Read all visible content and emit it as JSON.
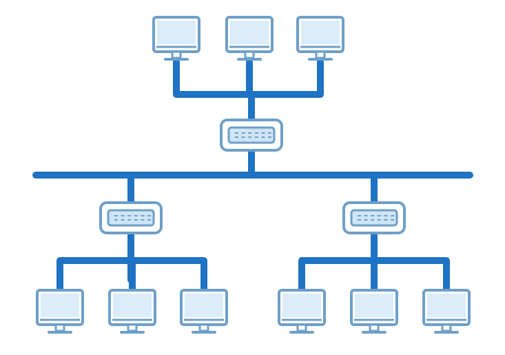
{
  "diagram": {
    "type": "network-topology",
    "colors": {
      "background": "#ffffff",
      "link": "#1f73c4",
      "device_outline": "#6e9fc8",
      "device_fill": "#ffffff",
      "screen_fill": "#dcecf9",
      "port_fill": "#cfe4f5",
      "port_slot": "#6e9fc8"
    },
    "nodes": [
      {
        "id": "switch-top",
        "kind": "switch",
        "icon": "network-switch-icon"
      },
      {
        "id": "switch-left",
        "kind": "switch",
        "icon": "network-switch-icon"
      },
      {
        "id": "switch-right",
        "kind": "switch",
        "icon": "network-switch-icon"
      },
      {
        "id": "pc-top-1",
        "kind": "computer",
        "icon": "monitor-icon"
      },
      {
        "id": "pc-top-2",
        "kind": "computer",
        "icon": "monitor-icon"
      },
      {
        "id": "pc-top-3",
        "kind": "computer",
        "icon": "monitor-icon"
      },
      {
        "id": "pc-left-1",
        "kind": "computer",
        "icon": "monitor-icon"
      },
      {
        "id": "pc-left-2",
        "kind": "computer",
        "icon": "monitor-icon"
      },
      {
        "id": "pc-left-3",
        "kind": "computer",
        "icon": "monitor-icon"
      },
      {
        "id": "pc-right-1",
        "kind": "computer",
        "icon": "monitor-icon"
      },
      {
        "id": "pc-right-2",
        "kind": "computer",
        "icon": "monitor-icon"
      },
      {
        "id": "pc-right-3",
        "kind": "computer",
        "icon": "monitor-icon"
      }
    ],
    "edges": [
      {
        "from": "pc-top-1",
        "to": "switch-top"
      },
      {
        "from": "pc-top-2",
        "to": "switch-top"
      },
      {
        "from": "pc-top-3",
        "to": "switch-top"
      },
      {
        "from": "switch-top",
        "to": "backbone"
      },
      {
        "from": "backbone",
        "to": "switch-left"
      },
      {
        "from": "backbone",
        "to": "switch-right"
      },
      {
        "from": "switch-left",
        "to": "pc-left-1"
      },
      {
        "from": "switch-left",
        "to": "pc-left-2"
      },
      {
        "from": "switch-left",
        "to": "pc-left-3"
      },
      {
        "from": "switch-right",
        "to": "pc-right-1"
      },
      {
        "from": "switch-right",
        "to": "pc-right-2"
      },
      {
        "from": "switch-right",
        "to": "pc-right-3"
      }
    ]
  }
}
